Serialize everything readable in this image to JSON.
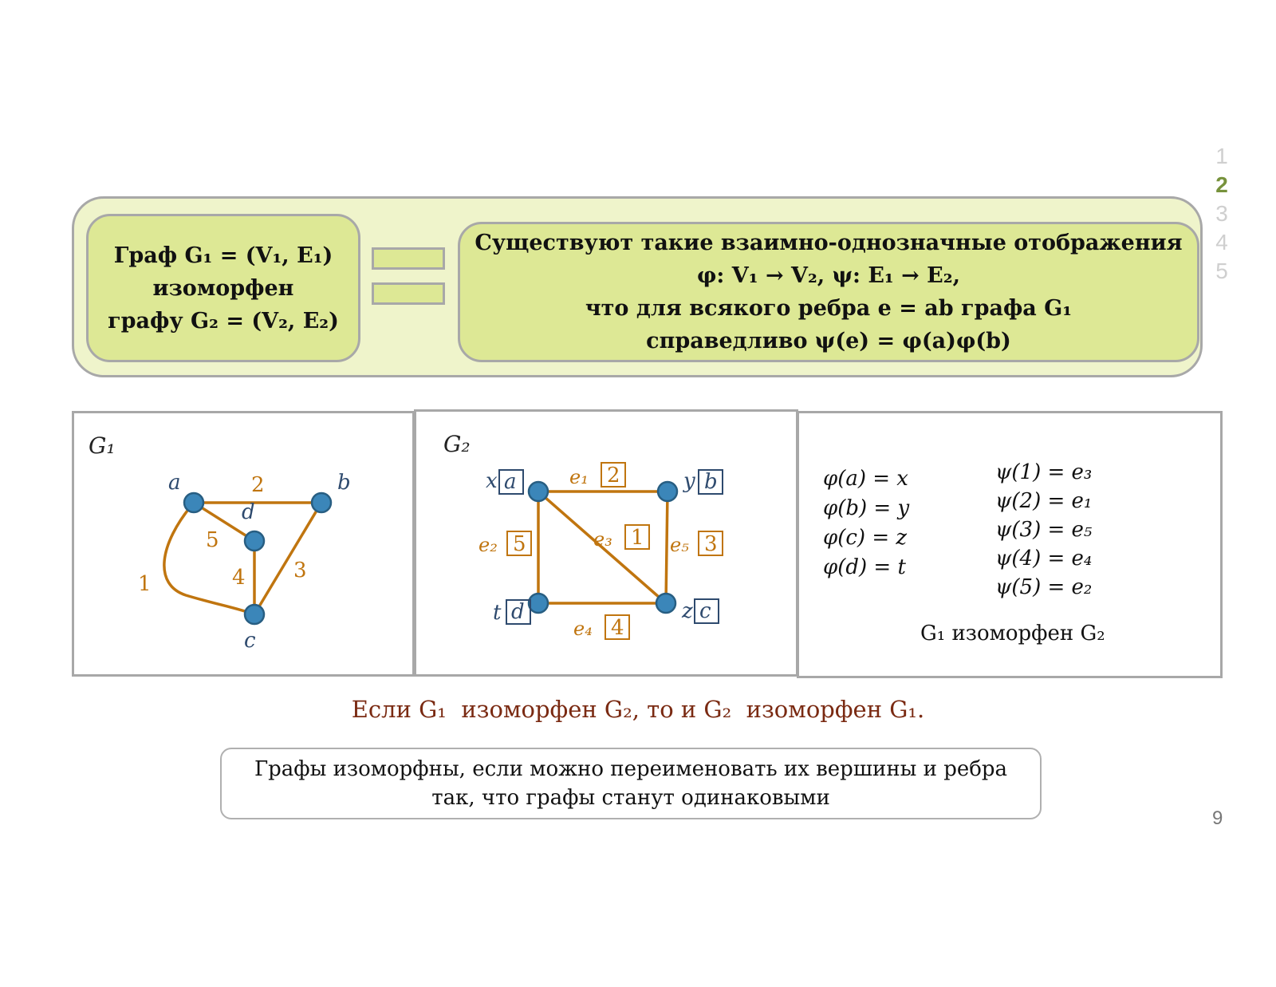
{
  "nav": {
    "items": [
      {
        "label": "1",
        "color": "#cfcfcf"
      },
      {
        "label": "2",
        "color": "#77923c",
        "bold": true
      },
      {
        "label": "3",
        "color": "#cfcfcf"
      },
      {
        "label": "4",
        "color": "#cfcfcf"
      },
      {
        "label": "5",
        "color": "#cfcfcf"
      }
    ]
  },
  "definition": {
    "left_lines": [
      "Граф G₁ = (V₁, E₁)",
      "изоморфен",
      "графу G₂ = (V₂, E₂)"
    ],
    "right_lines": [
      "Существуют такие взаимно-однозначные отображения",
      "φ: V₁ → V₂,   ψ: E₁ → E₂,",
      "что для всякого ребра e = ab графа G₁",
      "справедливо  ψ(e) = φ(a)φ(b)"
    ]
  },
  "graph1": {
    "title": "G₁",
    "vertex_labels": {
      "a": "a",
      "b": "b",
      "c": "c",
      "d": "d"
    },
    "edge_labels": {
      "e1": "1",
      "e2": "2",
      "e3": "3",
      "e4": "4",
      "e5": "5"
    }
  },
  "graph2": {
    "title": "G₂",
    "vertex_labels": {
      "x": "x",
      "y": "y",
      "z": "z",
      "t": "t"
    },
    "vertex_boxes": {
      "x": "a",
      "y": "b",
      "z": "c",
      "t": "d"
    },
    "edge_labels": {
      "e1": "e₁",
      "e2": "e₂",
      "e3": "e₃",
      "e4": "e₄",
      "e5": "e₅"
    },
    "edge_boxes": {
      "e1": "2",
      "e2": "5",
      "e3": "1",
      "e4": "4",
      "e5": "3"
    }
  },
  "mapping": {
    "phi": [
      "φ(a) = x",
      "φ(b) = y",
      "φ(c) = z",
      "φ(d) = t"
    ],
    "psi": [
      "ψ(1) = e₃",
      "ψ(2) = e₁",
      "ψ(3) = e₅",
      "ψ(4) = e₄",
      "ψ(5) = e₂"
    ],
    "conclusion": "G₁ изоморфен G₂"
  },
  "statement": "Если G₁  изоморфен G₂, то и G₂  изоморфен G₁.",
  "note_lines": [
    "Графы изоморфны, если можно переименовать их вершины и ребра",
    "так, что графы станут одинаковыми"
  ],
  "page_number": "9",
  "colors": {
    "edge": "#c0750f",
    "vertex_fill": "#3b86b9",
    "vertex_stroke": "#285e82",
    "vertex_label": "#2e4a6e",
    "statement": "#7a2a12",
    "band_bg": "#eff4cb",
    "pill_bg": "#dde895"
  }
}
